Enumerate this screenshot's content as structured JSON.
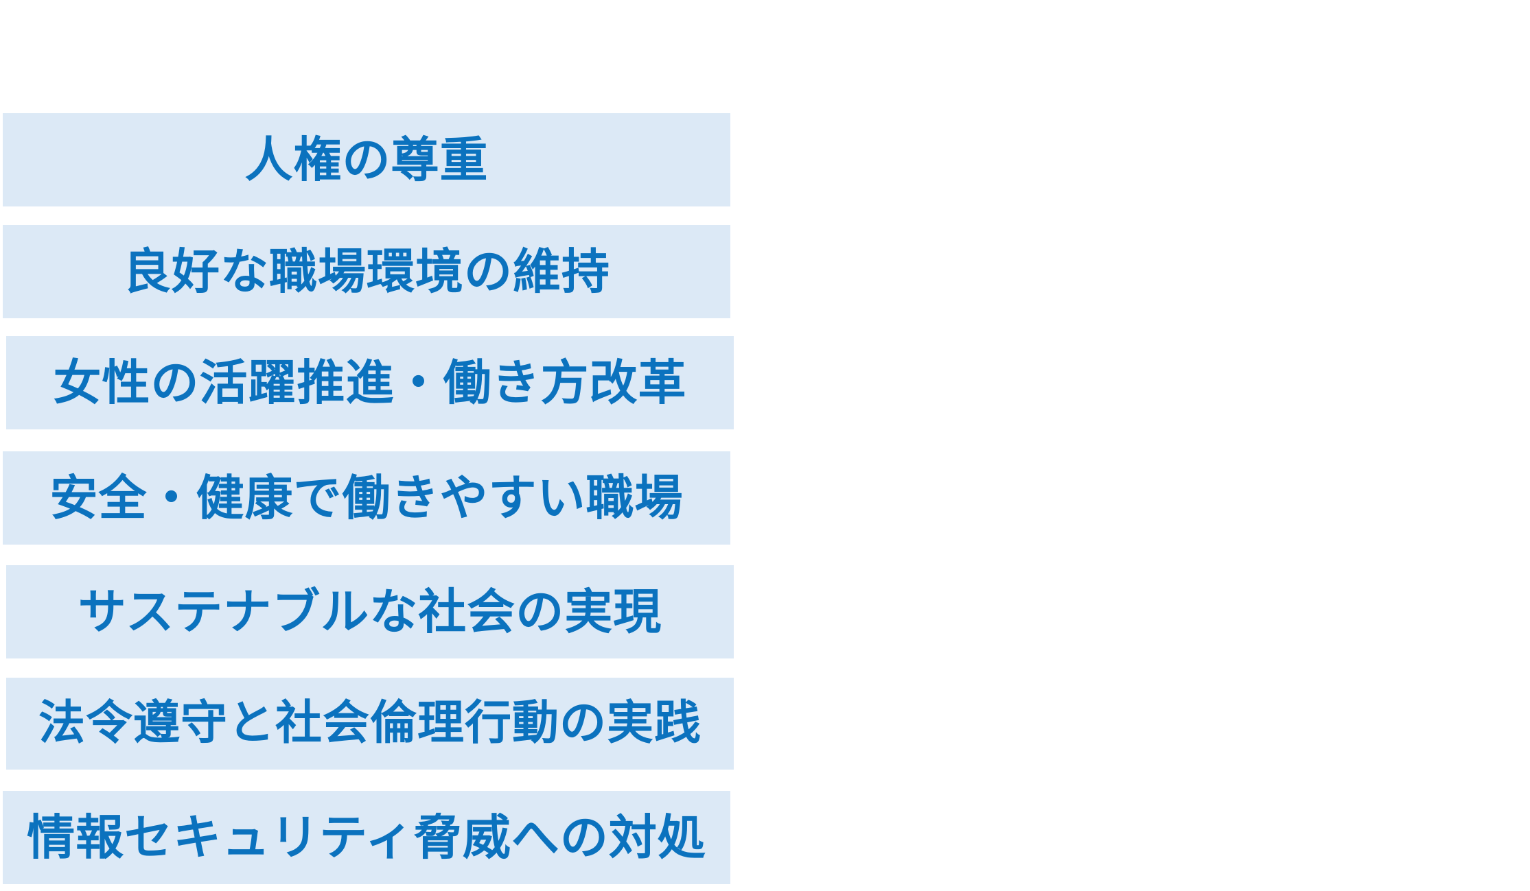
{
  "items": [
    {
      "label": "人権の尊重"
    },
    {
      "label": "良好な職場環境の維持"
    },
    {
      "label": "女性の活躍推進・働き方改革"
    },
    {
      "label": "安全・健康で働きやすい職場"
    },
    {
      "label": "サステナブルな社会の実現"
    },
    {
      "label": "法令遵守と社会倫理行動の実践"
    },
    {
      "label": "情報セキュリティ脅威への対処"
    }
  ],
  "colors": {
    "box_background": "#dce9f6",
    "text": "#0b72be",
    "page_background": "#ffffff"
  }
}
